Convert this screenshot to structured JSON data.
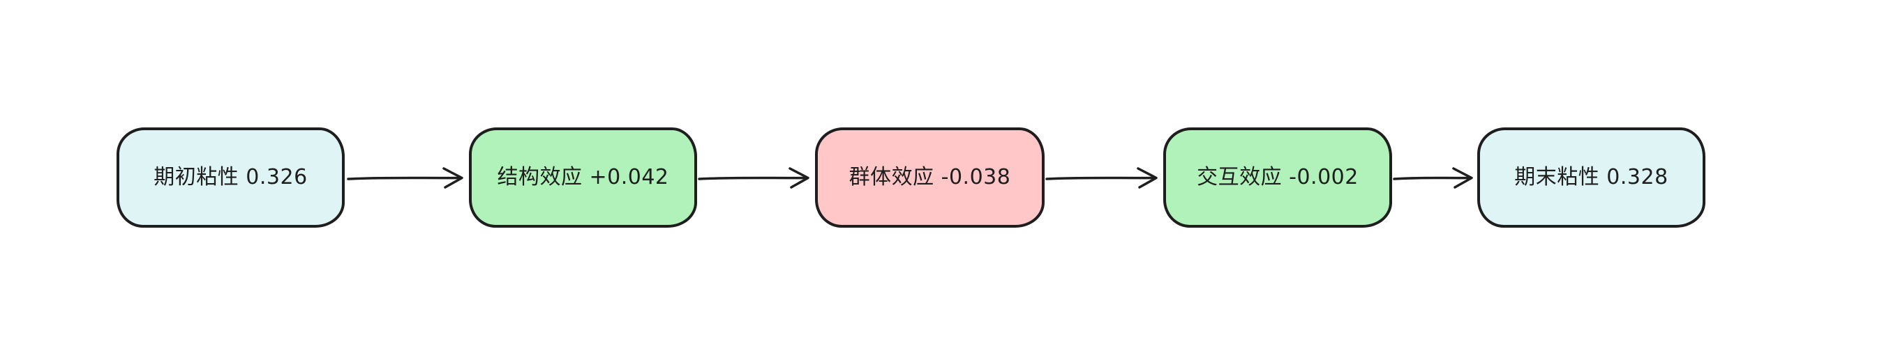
{
  "diagram": {
    "background": "#ffffff",
    "stroke_color": "#1e1e1e",
    "text_color": "#1e1e1e",
    "nodes": [
      {
        "name": "期初粘性",
        "value": "0.326",
        "fill": "#dff4f5"
      },
      {
        "name": "结构效应",
        "value": "+0.042",
        "fill": "#b1f1ba"
      },
      {
        "name": "群体效应",
        "value": "-0.038",
        "fill": "#ffc7c7"
      },
      {
        "name": "交互效应",
        "value": "-0.002",
        "fill": "#b1f1ba"
      },
      {
        "name": "期末粘性",
        "value": "0.328",
        "fill": "#dff4f5"
      }
    ],
    "connectors": [
      {
        "from": 0,
        "to": 1
      },
      {
        "from": 1,
        "to": 2
      },
      {
        "from": 2,
        "to": 3
      },
      {
        "from": 3,
        "to": 4
      }
    ]
  }
}
